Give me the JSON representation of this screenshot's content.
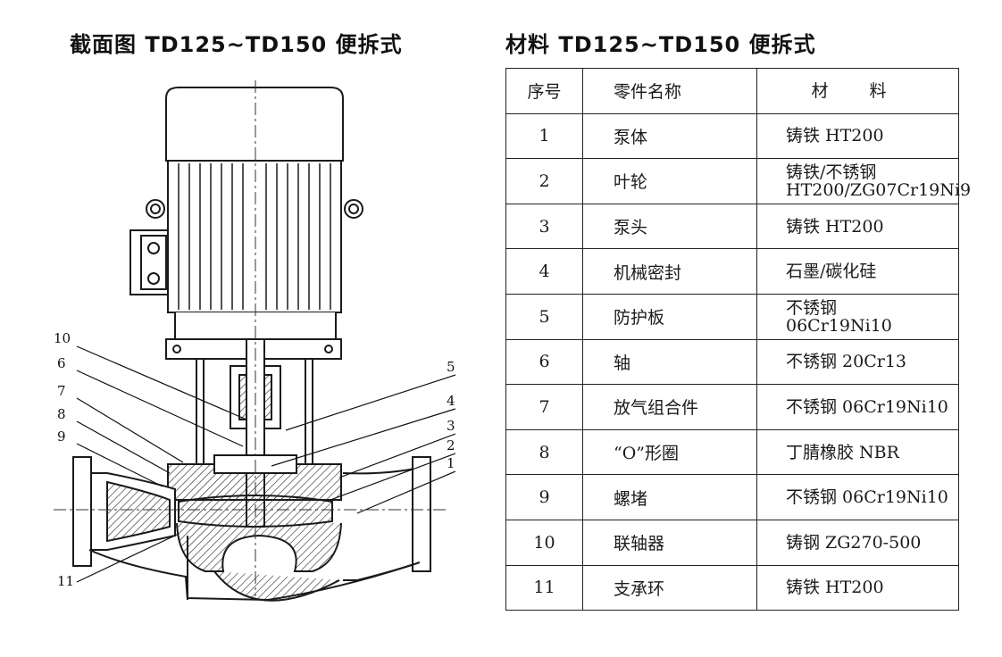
{
  "titles": {
    "left": "截面图 TD125~TD150 便拆式",
    "right": "材料 TD125~TD150 便拆式"
  },
  "table": {
    "headers": [
      "序号",
      "零件名称",
      "材 料"
    ],
    "rows": [
      {
        "no": "1",
        "name": "泵体",
        "material": [
          "铸铁 HT200"
        ]
      },
      {
        "no": "2",
        "name": "叶轮",
        "material": [
          "铸铁/不锈钢",
          "HT200/ZG07Cr19Ni9"
        ]
      },
      {
        "no": "3",
        "name": "泵头",
        "material": [
          "铸铁 HT200"
        ]
      },
      {
        "no": "4",
        "name": "机械密封",
        "material": [
          "石墨/碳化硅"
        ]
      },
      {
        "no": "5",
        "name": "防护板",
        "material": [
          "不锈钢",
          "06Cr19Ni10"
        ]
      },
      {
        "no": "6",
        "name": "轴",
        "material": [
          "不锈钢 20Cr13"
        ]
      },
      {
        "no": "7",
        "name": "放气组合件",
        "material": [
          "不锈钢 06Cr19Ni10"
        ]
      },
      {
        "no": "8",
        "name": "“O”形圈",
        "material": [
          "丁腈橡胶 NBR"
        ]
      },
      {
        "no": "9",
        "name": "螺堵",
        "material": [
          "不锈钢 06Cr19Ni10"
        ]
      },
      {
        "no": "10",
        "name": "联轴器",
        "material": [
          "铸钢 ZG270-500"
        ]
      },
      {
        "no": "11",
        "name": "支承环",
        "material": [
          "铸铁 HT200"
        ]
      }
    ]
  },
  "callouts": [
    "1",
    "2",
    "3",
    "4",
    "5",
    "6",
    "7",
    "8",
    "9",
    "10",
    "11"
  ]
}
